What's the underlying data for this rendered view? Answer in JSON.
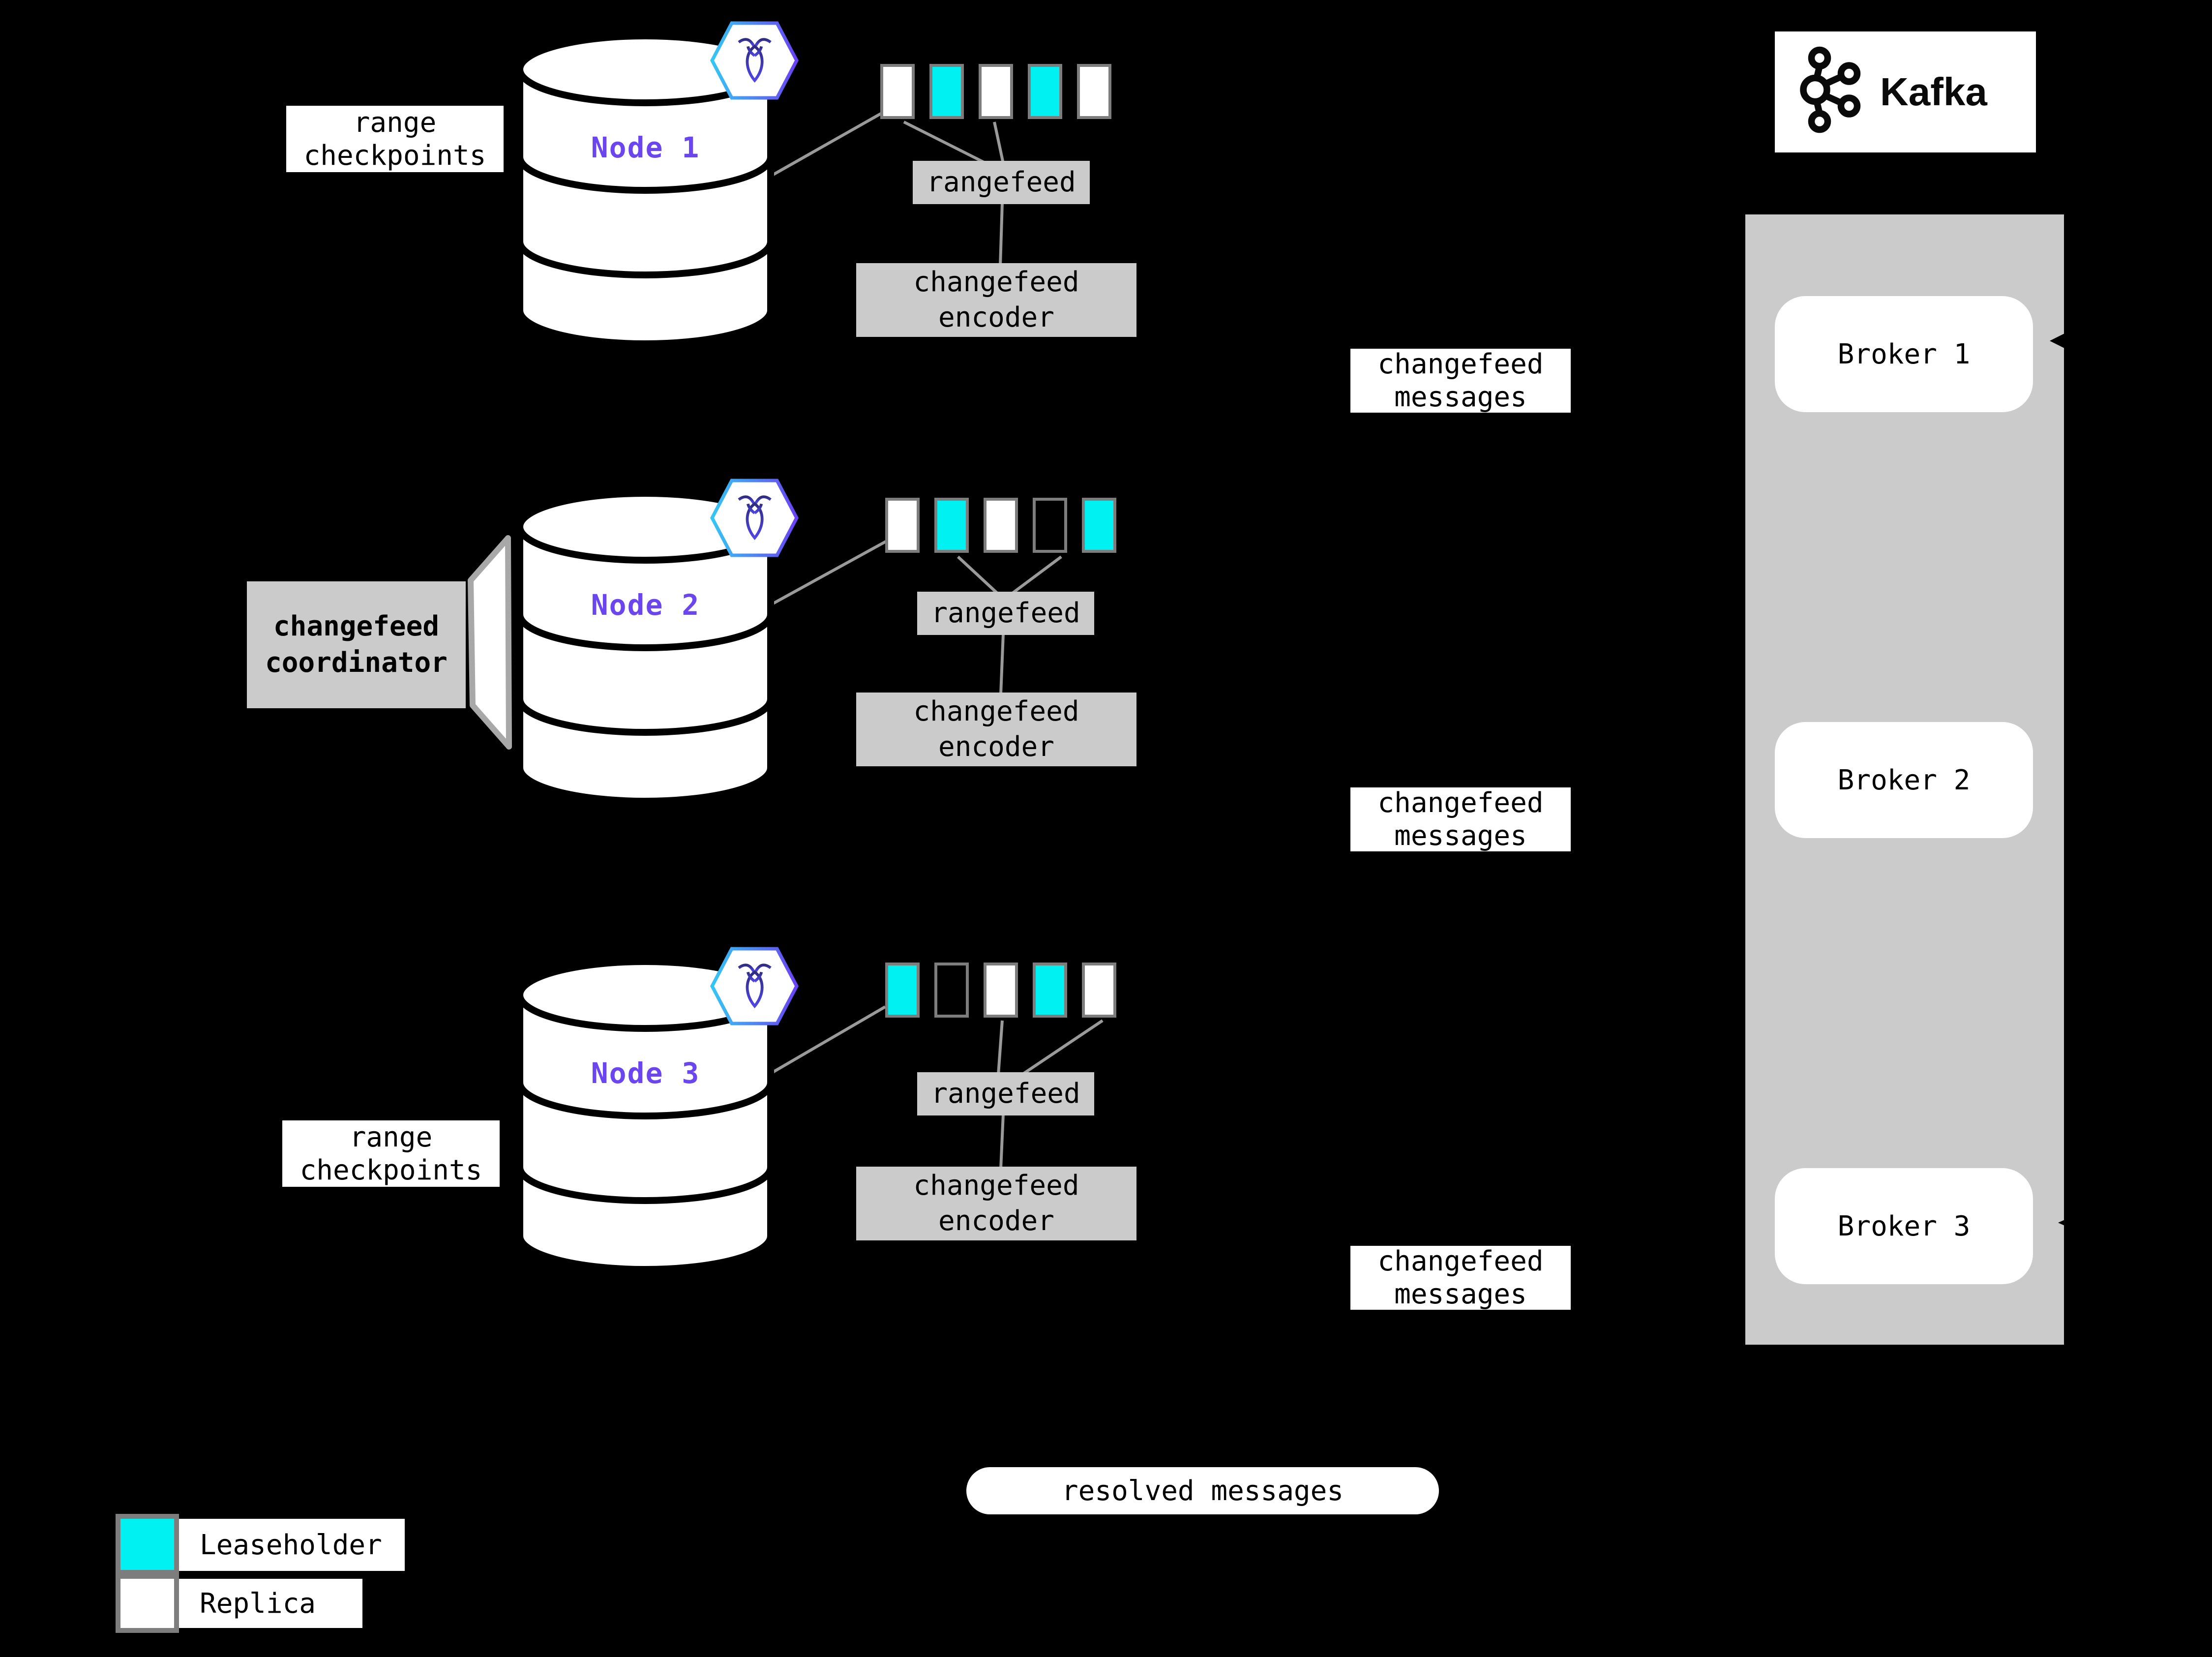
{
  "labels": {
    "range_checkpoints": "range checkpoints",
    "rangefeed": "rangefeed",
    "changefeed_encoder": "changefeed encoder",
    "changefeed_messages": "changefeed messages",
    "changefeed_coordinator": "changefeed coordinator",
    "resolved_messages": "resolved messages"
  },
  "nodes": [
    {
      "label": "Node 1",
      "ranges": [
        "replica",
        "leaseholder",
        "replica",
        "leaseholder",
        "replica"
      ]
    },
    {
      "label": "Node 2",
      "ranges": [
        "replica",
        "leaseholder",
        "replica",
        "empty",
        "leaseholder"
      ]
    },
    {
      "label": "Node 3",
      "ranges": [
        "leaseholder",
        "empty",
        "replica",
        "leaseholder",
        "replica"
      ]
    }
  ],
  "kafka": {
    "logo_text": "Kafka",
    "brokers": [
      {
        "label": "Broker 1"
      },
      {
        "label": "Broker 2"
      },
      {
        "label": "Broker 3"
      }
    ]
  },
  "legend": [
    {
      "kind": "leaseholder",
      "label": "Leaseholder"
    },
    {
      "kind": "replica",
      "label": "Replica"
    }
  ],
  "colors": {
    "leaseholder": "#00f1f1",
    "replica": "#ffffff",
    "node_label": "#6b46ee",
    "box_gray": "#cbcbcb",
    "connector_gray": "#9a9a9a",
    "background": "#000000"
  }
}
